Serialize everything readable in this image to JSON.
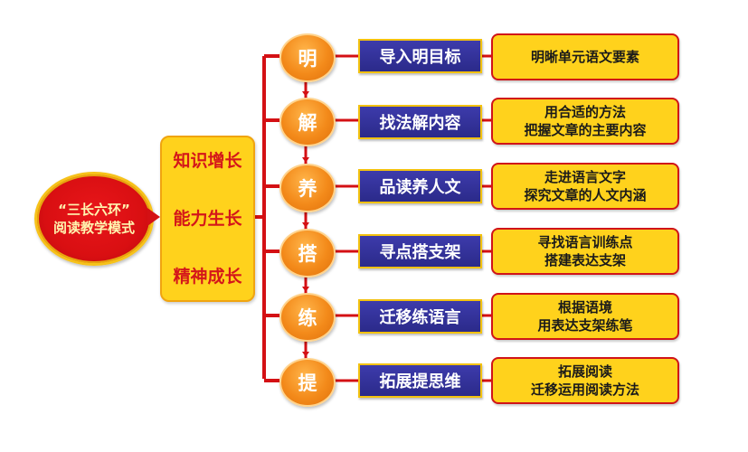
{
  "root": {
    "line1": "“三长六环”",
    "line2": "阅读教学模式"
  },
  "pillars": [
    "知识增长",
    "能力生长",
    "精神成长"
  ],
  "steps": [
    {
      "char": "明",
      "method": "导入明目标",
      "desc": [
        "明晰单元语文要素"
      ]
    },
    {
      "char": "解",
      "method": "找法解内容",
      "desc": [
        "用合适的方法",
        "把握文章的主要内容"
      ]
    },
    {
      "char": "养",
      "method": "品读养人文",
      "desc": [
        "走进语言文字",
        "探究文章的人文内涵"
      ]
    },
    {
      "char": "搭",
      "method": "寻点搭支架",
      "desc": [
        "寻找语言训练点",
        "搭建表达支架"
      ]
    },
    {
      "char": "练",
      "method": "迁移练语言",
      "desc": [
        "根据语境",
        "用表达支架练笔"
      ]
    },
    {
      "char": "提",
      "method": "拓展提思维",
      "desc": [
        "拓展阅读",
        "迁移运用阅读方法"
      ]
    }
  ],
  "colors": {
    "line": "#d41014",
    "circle": "#f38a1a",
    "method_bg": "#2f2e90",
    "desc_bg": "#ffd21c"
  }
}
